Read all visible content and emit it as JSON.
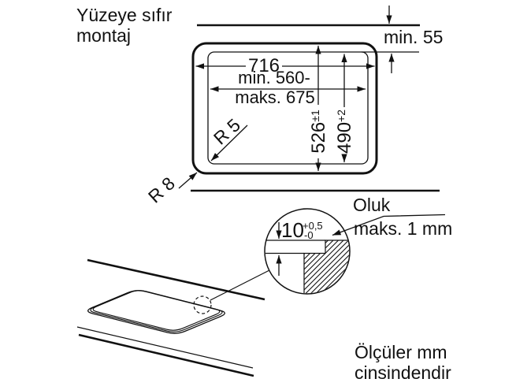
{
  "colors": {
    "ink": "#111111",
    "background": "#ffffff"
  },
  "title": {
    "line1": "Yüzeye sıfır",
    "line2": "montaj"
  },
  "plan": {
    "clearance": "min. 55",
    "appliance_width": "716",
    "cutout_width_min": "min. 560-",
    "cutout_width_max": "maks. 675",
    "appliance_depth": "526",
    "appliance_depth_tol": "±1",
    "cutout_depth": "490",
    "cutout_depth_tol": "+2",
    "radius_inner": "R 5",
    "radius_outer": "R 8"
  },
  "detail": {
    "rebate_depth": "10",
    "rebate_tol_plus": "+0,5",
    "rebate_tol_minus": "-0",
    "groove_label_line1": "Oluk",
    "groove_label_line2": "maks. 1 mm"
  },
  "footer": {
    "line1": "Ölçüler mm",
    "line2": "cinsindendir"
  }
}
